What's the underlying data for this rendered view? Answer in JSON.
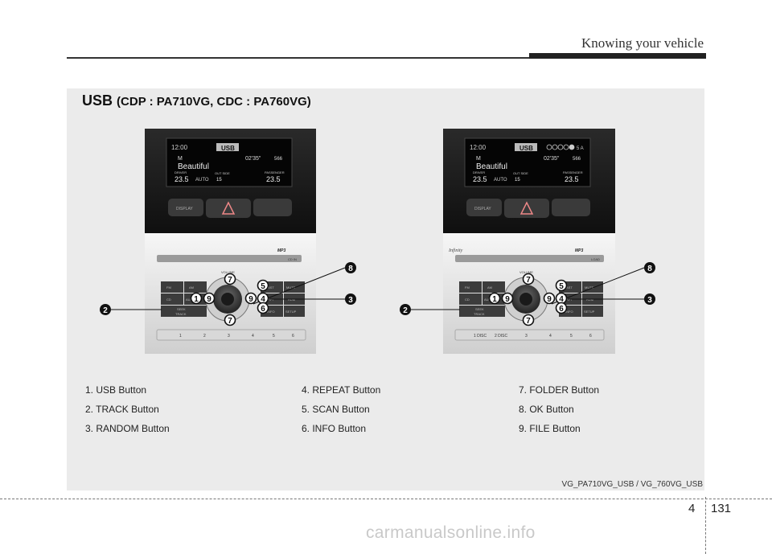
{
  "header": {
    "section_title": "Knowing your vehicle"
  },
  "heading": {
    "main": "USB",
    "sub": "(CDP : PA710VG, CDC : PA760VG)"
  },
  "screen": {
    "clock": "12:00",
    "mode": "USB",
    "folder": "M",
    "time": "02'35\"",
    "song": "Beautiful",
    "track": "566",
    "driver_label": "DRIVER",
    "driver_temp": "23.5",
    "auto": "AUTO",
    "outside_label": "OUT SIDE",
    "outside_temp": "15",
    "passenger_label": "PASSENGER",
    "passenger_temp": "23.5",
    "unit": "℃",
    "cdc_indicator": "5 A"
  },
  "unit_labels": {
    "display": "DISPLAY",
    "fm": "FM",
    "am": "AM",
    "cd": "CD",
    "aux": "AUX",
    "seek": "SEEK",
    "track": "TRACK",
    "volume": "VOLUME",
    "rpt": "RPT",
    "rdm": "RDM",
    "info": "INFO",
    "setup": "SETUP",
    "mute": "MUTE",
    "ast": "AST",
    "presets": [
      "1",
      "2",
      "3",
      "4",
      "5",
      "6"
    ],
    "cdc_presets": [
      "1 DISC",
      "2 DISC",
      "3",
      "4",
      "5",
      "6"
    ],
    "mp3": "MP3",
    "cd_in": "CD IN",
    "load": "LOAD",
    "infinity": "Infinity"
  },
  "callouts": [
    "1",
    "2",
    "3",
    "4",
    "5",
    "6",
    "7",
    "8",
    "9"
  ],
  "legend": {
    "col1": [
      "1. USB Button",
      "2. TRACK Button",
      "3. RANDOM Button"
    ],
    "col2": [
      "4. REPEAT Button",
      "5. SCAN Button",
      "6. INFO Button"
    ],
    "col3": [
      "7. FOLDER Button",
      "8. OK Button",
      "9. FILE Button"
    ]
  },
  "image_code": "VG_PA710VG_USB / VG_760VG_USB",
  "footer": {
    "chapter": "4",
    "page": "131",
    "watermark": "carmanualsonline.info"
  }
}
